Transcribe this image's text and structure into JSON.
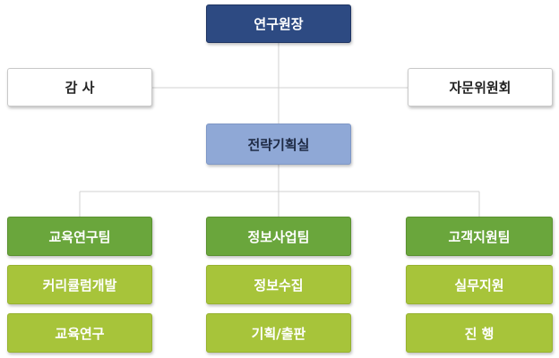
{
  "director": "연구원장",
  "audit": "감 사",
  "advisory": "자문위원회",
  "strategy": "전략기획실",
  "teams": [
    {
      "name": "교육연구팀",
      "units": [
        "커리큘럼개발",
        "교육연구"
      ]
    },
    {
      "name": "정보사업팀",
      "units": [
        "정보수집",
        "기획/출판"
      ]
    },
    {
      "name": "고객지원팀",
      "units": [
        "실무지원",
        "진 행"
      ]
    }
  ],
  "colors": {
    "director": "#2d4a82",
    "strategy": "#8fa8d6",
    "team": "#6aa63c",
    "unit": "#a7c43a",
    "connector": "#d0d0d0"
  }
}
